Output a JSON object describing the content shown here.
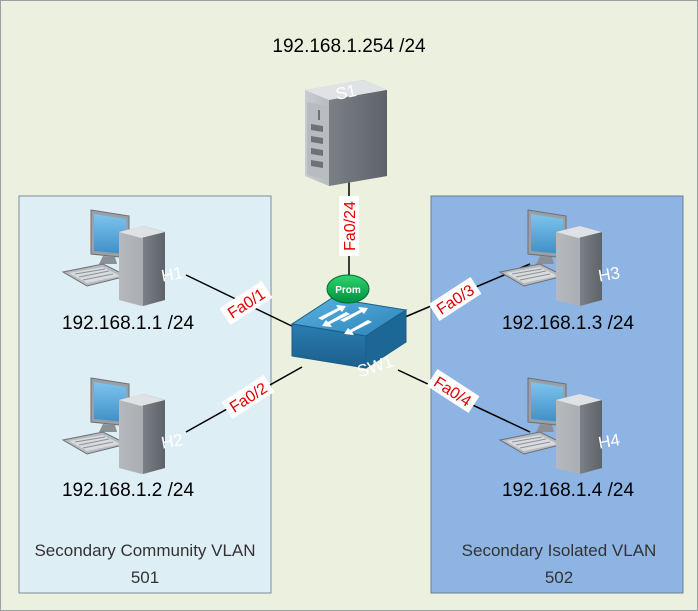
{
  "server": {
    "label": "S1",
    "ip": "192.168.1.254 /24"
  },
  "switch": {
    "label": "SW1",
    "promiscuous_tag": "Prom"
  },
  "zones": {
    "community": {
      "title": "Secondary Community VLAN",
      "vlan": "501",
      "color": "#deeef5"
    },
    "isolated": {
      "title": "Secondary Isolated VLAN",
      "vlan": "502",
      "color": "#8eb4e3"
    }
  },
  "hosts": {
    "h1": {
      "label": "H1",
      "ip": "192.168.1.1 /24"
    },
    "h2": {
      "label": "H2",
      "ip": "192.168.1.2 /24"
    },
    "h3": {
      "label": "H3",
      "ip": "192.168.1.3 /24"
    },
    "h4": {
      "label": "H4",
      "ip": "192.168.1.4 /24"
    }
  },
  "ports": {
    "s1": "Fa0/24",
    "h1": "Fa0/1",
    "h2": "Fa0/2",
    "h3": "Fa0/3",
    "h4": "Fa0/4"
  },
  "colors": {
    "background": "#ebf1de",
    "port_text": "#e00000",
    "prom_badge": "#00a651",
    "switch_body": "#2e7fb0"
  }
}
